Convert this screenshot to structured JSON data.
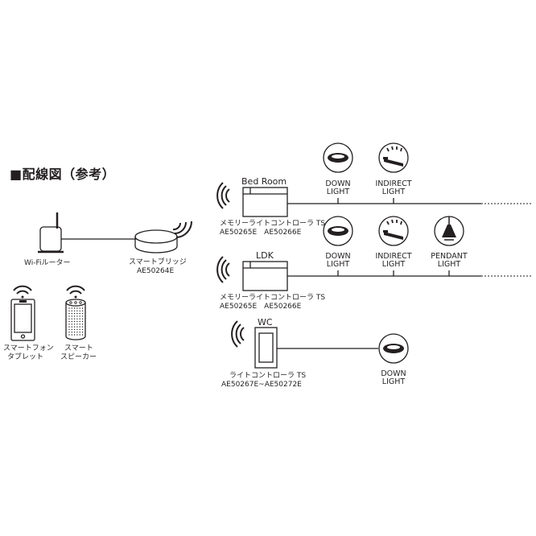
{
  "title": "■配線図（参考）",
  "devices": {
    "router": {
      "label": "Wi-Fiルーター"
    },
    "bridge": {
      "label_line1": "スマートブリッジ",
      "label_line2": "AE50264E"
    },
    "phone": {
      "label_line1": "スマートフォン",
      "label_line2": "タブレット"
    },
    "speaker": {
      "label_line1": "スマート",
      "label_line2": "スピーカー"
    }
  },
  "rooms": [
    {
      "name": "Bed Room",
      "controller_line1": "メモリーライトコントローラ TS",
      "controller_line2": "AE50265E　AE50266E",
      "lights": [
        {
          "type": "down",
          "line1": "DOWN",
          "line2": "LIGHT"
        },
        {
          "type": "indirect",
          "line1": "INDIRECT",
          "line2": "LIGHT"
        }
      ]
    },
    {
      "name": "LDK",
      "controller_line1": "メモリーライトコントローラ TS",
      "controller_line2": "AE50265E　AE50266E",
      "lights": [
        {
          "type": "down",
          "line1": "DOWN",
          "line2": "LIGHT"
        },
        {
          "type": "indirect",
          "line1": "INDIRECT",
          "line2": "LIGHT"
        },
        {
          "type": "pendant",
          "line1": "PENDANT",
          "line2": "LIGHT"
        }
      ]
    },
    {
      "name": "WC",
      "controller_line1": "ライトコントローラ TS",
      "controller_line2": "AE50267E~AE50272E",
      "lights": [
        {
          "type": "down",
          "line1": "DOWN",
          "line2": "LIGHT"
        }
      ]
    }
  ]
}
